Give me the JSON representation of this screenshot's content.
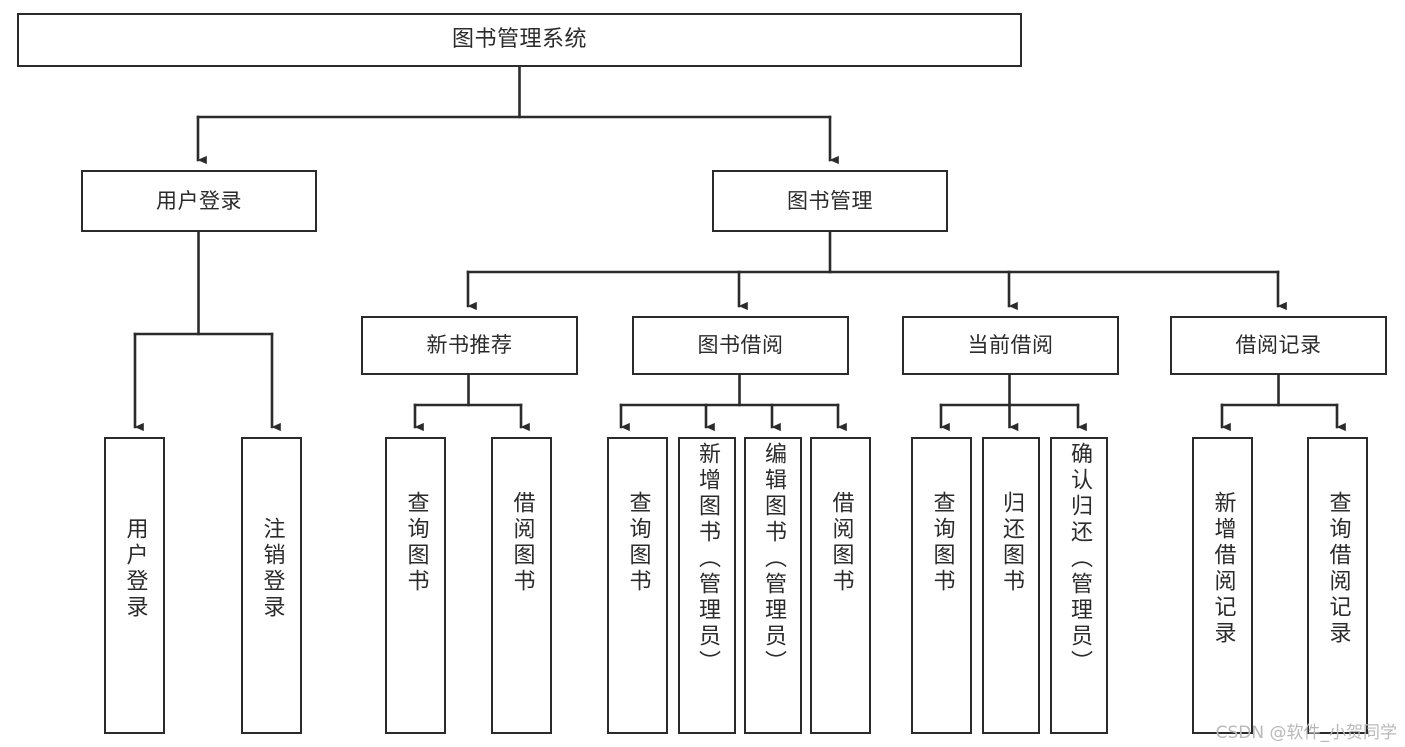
{
  "diagram": {
    "title": "图书管理系统",
    "type": "tree-hierarchy-chart",
    "watermark": "CSDN @软件_小贺同学",
    "colors": {
      "stroke": "#2b2b2b",
      "fill": "#ffffff",
      "background": "#ffffff",
      "watermark": "#b9b9b9"
    },
    "nodes": {
      "root": {
        "label": "图书管理系统"
      },
      "level2": [
        {
          "id": "user-login",
          "label": "用户登录"
        },
        {
          "id": "book-management",
          "label": "图书管理"
        }
      ],
      "level3": [
        {
          "id": "new-book-recommend",
          "label": "新书推荐"
        },
        {
          "id": "book-borrow",
          "label": "图书借阅"
        },
        {
          "id": "current-borrow",
          "label": "当前借阅"
        },
        {
          "id": "borrow-record",
          "label": "借阅记录"
        }
      ],
      "leaves": {
        "user-login": [
          {
            "id": "leaf-user-login",
            "label": "用户登录"
          },
          {
            "id": "leaf-user-logout",
            "label": "注销登录"
          }
        ],
        "new-book-recommend": [
          {
            "id": "leaf-query-book-1",
            "label": "查询图书"
          },
          {
            "id": "leaf-borrow-book-1",
            "label": "借阅图书"
          }
        ],
        "book-borrow": [
          {
            "id": "leaf-query-book-2",
            "label": "查询图书"
          },
          {
            "id": "leaf-add-book",
            "label": "新增图书（管理员）"
          },
          {
            "id": "leaf-edit-book",
            "label": "编辑图书（管理员）"
          },
          {
            "id": "leaf-borrow-book-2",
            "label": "借阅图书"
          }
        ],
        "current-borrow": [
          {
            "id": "leaf-query-book-3",
            "label": "查询图书"
          },
          {
            "id": "leaf-return-book",
            "label": "归还图书"
          },
          {
            "id": "leaf-confirm-return",
            "label": "确认归还（管理员）"
          }
        ],
        "borrow-record": [
          {
            "id": "leaf-add-record",
            "label": "新增借阅记录"
          },
          {
            "id": "leaf-query-record",
            "label": "查询借阅记录"
          }
        ]
      }
    }
  }
}
